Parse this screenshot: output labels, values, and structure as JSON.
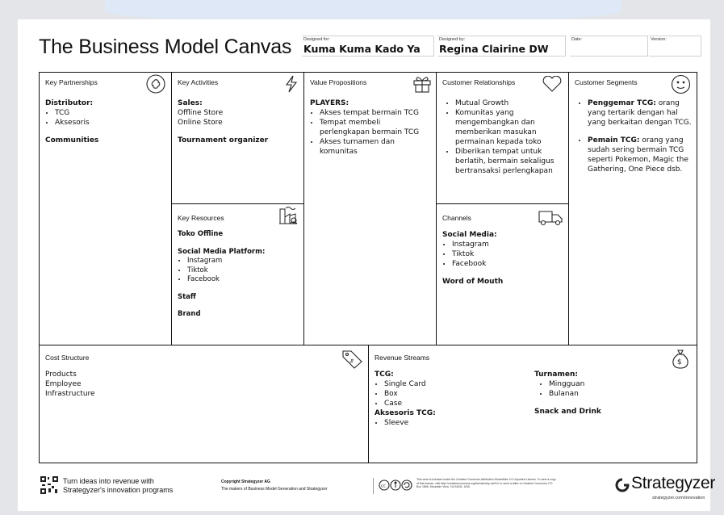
{
  "header": {
    "title": "The Business Model Canvas",
    "designed_for_label": "Designed for:",
    "designed_for": "Kuma Kuma Kado Ya",
    "designed_by_label": "Designed by:",
    "designed_by": "Regina Clairine DW",
    "date_label": "Date:",
    "version_label": "Version:"
  },
  "kp": {
    "title": "Key Partnerships",
    "h1": "Distributor:",
    "items": [
      "TCG",
      "Aksesoris"
    ],
    "h2": "Communities"
  },
  "ka": {
    "title": "Key Activities",
    "h1": "Sales:",
    "l1": "Offline Store",
    "l2": "Online Store",
    "h2": "Tournament organizer"
  },
  "kr": {
    "title": "Key Resources",
    "h1": "Toko Offline",
    "h2": "Social Media Platform:",
    "items": [
      "Instagram",
      "Tiktok",
      "Facebook"
    ],
    "h3": "Staff",
    "h4": "Brand"
  },
  "vp": {
    "title": "Value Propositions",
    "h1": "PLAYERS:",
    "items": [
      "Akses tempat bermain TCG",
      "Tempat membeli perlengkapan bermain TCG",
      "Akses turnamen dan komunitas"
    ]
  },
  "cr": {
    "title": "Customer Relationships",
    "items": [
      "Mutual Growth",
      "Komunitas yang mengembangkan dan memberikan masukan permainan kepada toko",
      "Diberikan tempat untuk berlatih, bermain sekaligus bertransaksi perlengkapan"
    ]
  },
  "ch": {
    "title": "Channels",
    "h1": "Social Media:",
    "items": [
      "Instagram",
      "Tiktok",
      "Facebook"
    ],
    "h2": "Word of Mouth"
  },
  "cs": {
    "title": "Customer Segments",
    "i1b": "Penggemar TCG:",
    "i1": " orang yang tertarik dengan hal yang berkaitan dengan TCG.",
    "i2b": "Pemain TCG:",
    "i2": " orang yang sudah sering bermain TCG seperti Pokemon, Magic the Gathering, One Piece dsb."
  },
  "cost": {
    "title": "Cost Structure",
    "items": [
      "Products",
      "Employee",
      "Infrastructure"
    ]
  },
  "rev": {
    "title": "Revenue Streams",
    "h1": "TCG:",
    "tcg": [
      "Single Card",
      "Box",
      "Case"
    ],
    "h2": "Aksesoris TCG:",
    "aks": [
      "Sleeve"
    ],
    "h3": "Turnamen:",
    "tur": [
      "Mingguan",
      "Bulanan"
    ],
    "h4": "Snack and Drink"
  },
  "footer": {
    "promo1": "Turn ideas into revenue with",
    "promo2": "Strategyzer's innovation programs",
    "copyright": "Copyright Strategyzer AG",
    "makers": "The makers of Business Model Generation and Strategyzer",
    "license": "This work is licensed under the Creative Commons Attribution-ShareAlike 3.0 Unported License. To view a copy of this license, visit http://creativecommons.org/licenses/by-sa/3.0/ or send a letter to Creative Commons, PO Box 1866, Mountain View, CA 94042, USA.",
    "brand": "Strategyzer",
    "url": "strategyzer.com/innovation"
  },
  "icons": [
    "link-icon",
    "lightning-icon",
    "gift-icon",
    "heart-icon",
    "smiley-icon",
    "factory-icon",
    "truck-icon",
    "price-tag-icon",
    "money-bag-icon",
    "qr-code-icon",
    "cc-license-icon",
    "strategyzer-logo-icon"
  ]
}
